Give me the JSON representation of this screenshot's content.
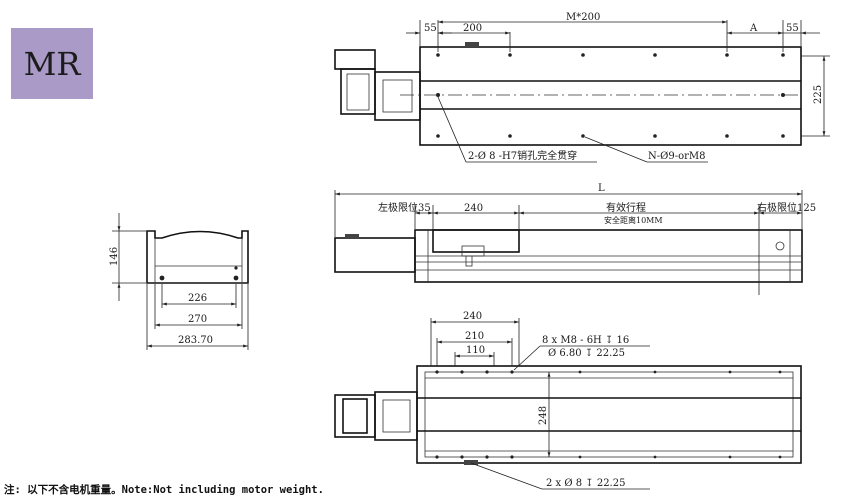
{
  "badge": "MR",
  "note": "注: 以下不含电机重量。Note:Not including motor weight.",
  "top_view": {
    "dim_55_left": "55",
    "dim_200": "200",
    "dim_m200": "M*200",
    "dim_a": "A",
    "dim_55_right": "55",
    "dim_225": "225",
    "callout_pin": "2-Ø 8 -H7销孔完全贯穿",
    "callout_holes": "N-Ø9-orM8"
  },
  "side_view": {
    "dim_l": "L",
    "left_limit": "左极限位35",
    "dim_240": "240",
    "stroke": "有效行程",
    "right_limit": "右极限位125",
    "safety": "安全距离10MM"
  },
  "end_view": {
    "dim_146": "146",
    "dim_226": "226",
    "dim_270": "270",
    "dim_283": "283.70"
  },
  "bottom_view": {
    "dim_240": "240",
    "dim_210": "210",
    "dim_110": "110",
    "dim_248": "248",
    "callout_m8": "8 x  M8 - 6H ↧ 16",
    "callout_d68": "Ø 6.80 ↧ 22.25",
    "callout_d8": "2 x  Ø 8 ↧ 22.25"
  }
}
